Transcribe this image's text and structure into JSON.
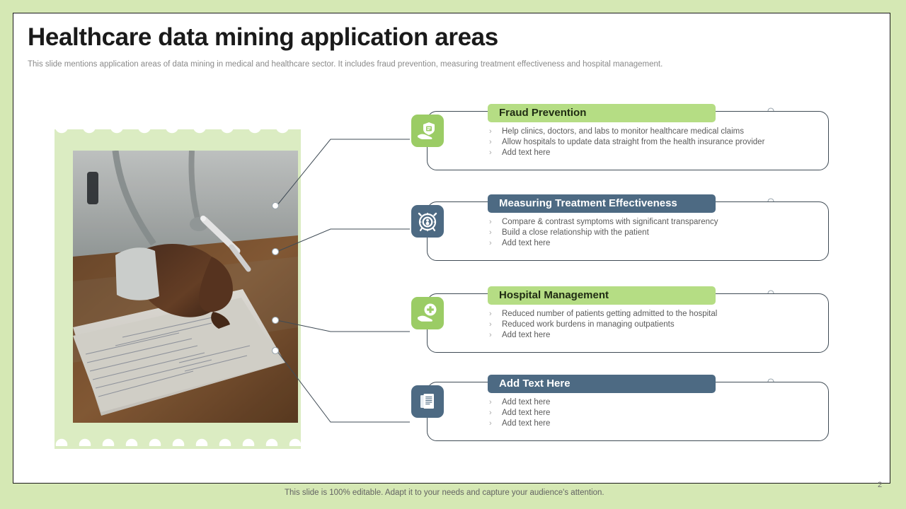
{
  "theme": {
    "background_green": "#d5e8b4",
    "accent_green": "#b5dd84",
    "icon_green": "#9bcc65",
    "accent_blue": "#4d6a83",
    "outline": "#3f4b55",
    "body_text": "#5b5b5b"
  },
  "header": {
    "title": "Healthcare data mining application areas",
    "subtitle": "This slide mentions application areas of data mining in medical and healthcare sector. It includes fraud prevention, measuring treatment effectiveness and hospital management."
  },
  "photo": {
    "alt": "Doctor with stethoscope writing notes on paper at a wooden desk",
    "frame_style": "torn-paper-green"
  },
  "rows": [
    {
      "icon": "hand-shield-icon",
      "style": "green",
      "title": "Fraud Prevention",
      "bullets": [
        "Help clinics, doctors, and labs to monitor healthcare medical claims",
        "Allow hospitals to update data straight from the health insurance provider",
        "Add text here"
      ]
    },
    {
      "icon": "alarm-clock-gear-icon",
      "style": "blue",
      "title": "Measuring Treatment Effectiveness",
      "bullets": [
        "Compare & contrast symptoms with significant transparency",
        "Build a close relationship with the patient",
        "Add text here"
      ]
    },
    {
      "icon": "hand-medical-cross-icon",
      "style": "green",
      "title": "Hospital Management",
      "bullets": [
        "Reduced number of patients getting admitted to the hospital",
        "Reduced work burdens in managing outpatients",
        "Add text here"
      ]
    },
    {
      "icon": "documents-icon",
      "style": "blue",
      "title": "Add Text Here",
      "bullets": [
        "Add text here",
        "Add text here",
        "Add text here"
      ]
    }
  ],
  "bullet_marker": "›",
  "footer": {
    "note": "This slide is 100% editable. Adapt it to your needs and capture your audience's attention.",
    "slide_number": "2"
  }
}
